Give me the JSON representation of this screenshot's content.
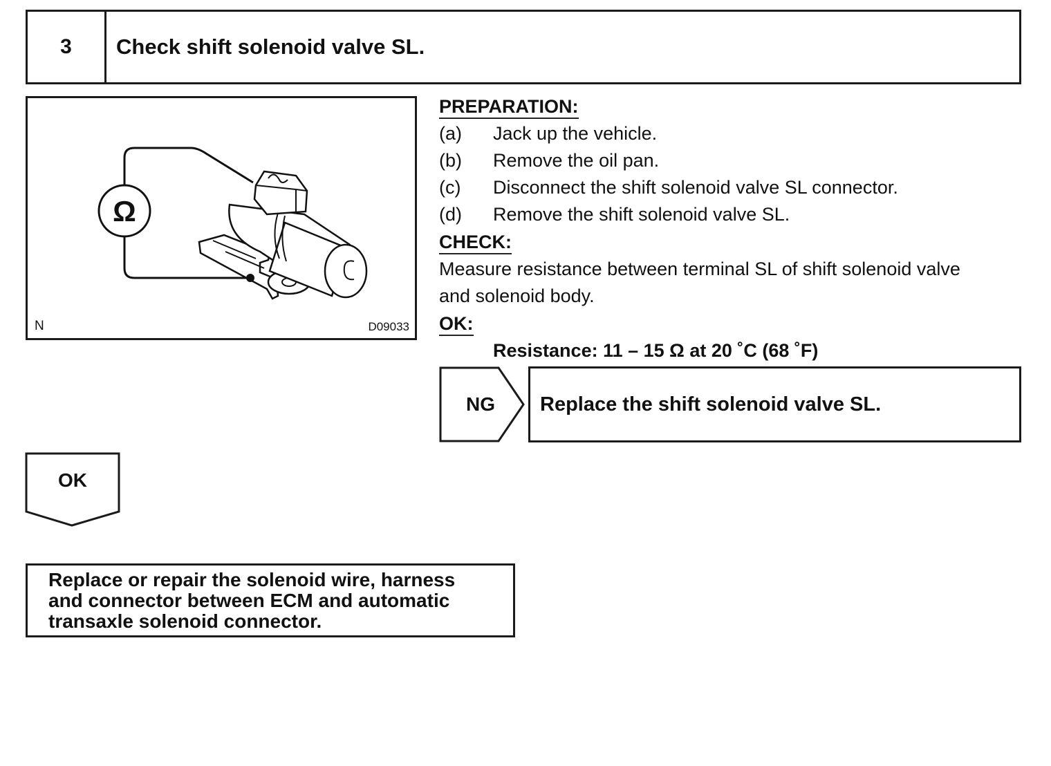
{
  "step": {
    "number": "3",
    "title": "Check shift solenoid valve SL."
  },
  "figure": {
    "meter_symbol": "Ω",
    "corner_letter": "N",
    "figure_code": "D09033",
    "icons": [
      "ohmmeter-icon",
      "solenoid-valve-illustration"
    ]
  },
  "preparation": {
    "heading": "PREPARATION:",
    "steps": [
      {
        "letter": "(a)",
        "text": "Jack up the vehicle."
      },
      {
        "letter": "(b)",
        "text": "Remove the oil pan."
      },
      {
        "letter": "(c)",
        "text": "Disconnect the shift solenoid valve SL connector."
      },
      {
        "letter": "(d)",
        "text": "Remove the shift solenoid valve SL."
      }
    ]
  },
  "check": {
    "heading": "CHECK:",
    "line1": "Measure resistance between terminal SL of shift solenoid valve",
    "line2": "and solenoid body."
  },
  "ok_spec": {
    "heading": "OK:",
    "resistance": "Resistance: 11 – 15 Ω at 20 ˚C (68 ˚F)"
  },
  "ng_result": {
    "label": "NG",
    "action": "Replace the shift solenoid valve SL."
  },
  "ok_result": {
    "label": "OK",
    "action_lines": [
      "Replace or repair the solenoid wire, harness",
      "and connector between ECM and automatic",
      "transaxle solenoid connector."
    ]
  }
}
